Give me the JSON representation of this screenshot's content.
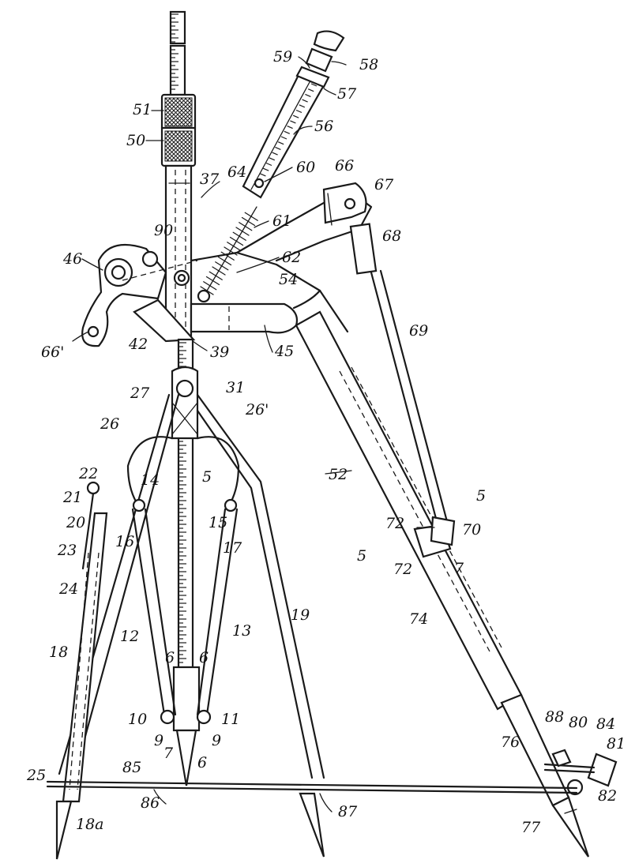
{
  "figure": {
    "labels": {
      "l51": "51",
      "l50": "50",
      "l59": "59",
      "l58": "58",
      "l57": "57",
      "l56": "56",
      "l60": "60",
      "l66": "66",
      "l67": "67",
      "l37": "37",
      "l64": "64",
      "l61": "61",
      "l68": "68",
      "l90": "90",
      "l46": "46",
      "l62": "62",
      "l54": "54",
      "l66p": "66'",
      "l42": "42",
      "l39": "39",
      "l45": "45",
      "l69": "69",
      "l27": "27",
      "l31": "31",
      "l26": "26",
      "l26p": "26'",
      "l22": "22",
      "l21": "21",
      "l20": "20",
      "l14": "14",
      "l5a": "5",
      "l15": "15",
      "l52": "52",
      "l5b": "5",
      "l72a": "72",
      "l70": "70",
      "l23": "23",
      "l16": "16",
      "l17": "17",
      "l5c": "5",
      "l72b": "72",
      "l7a": "7",
      "l24": "24",
      "l74": "74",
      "l19": "19",
      "l12": "12",
      "l13": "13",
      "l18": "18",
      "l6a": "6",
      "l6b": "6",
      "l10": "10",
      "l11": "11",
      "l9a": "9",
      "l9b": "9",
      "l7b": "7",
      "l6c": "6",
      "l76": "76",
      "l88": "88",
      "l80": "80",
      "l84": "84",
      "l81": "81",
      "l25": "25",
      "l85": "85",
      "l86": "86",
      "l82": "82",
      "l87": "87",
      "l18a": "18a",
      "l77": "77"
    }
  }
}
